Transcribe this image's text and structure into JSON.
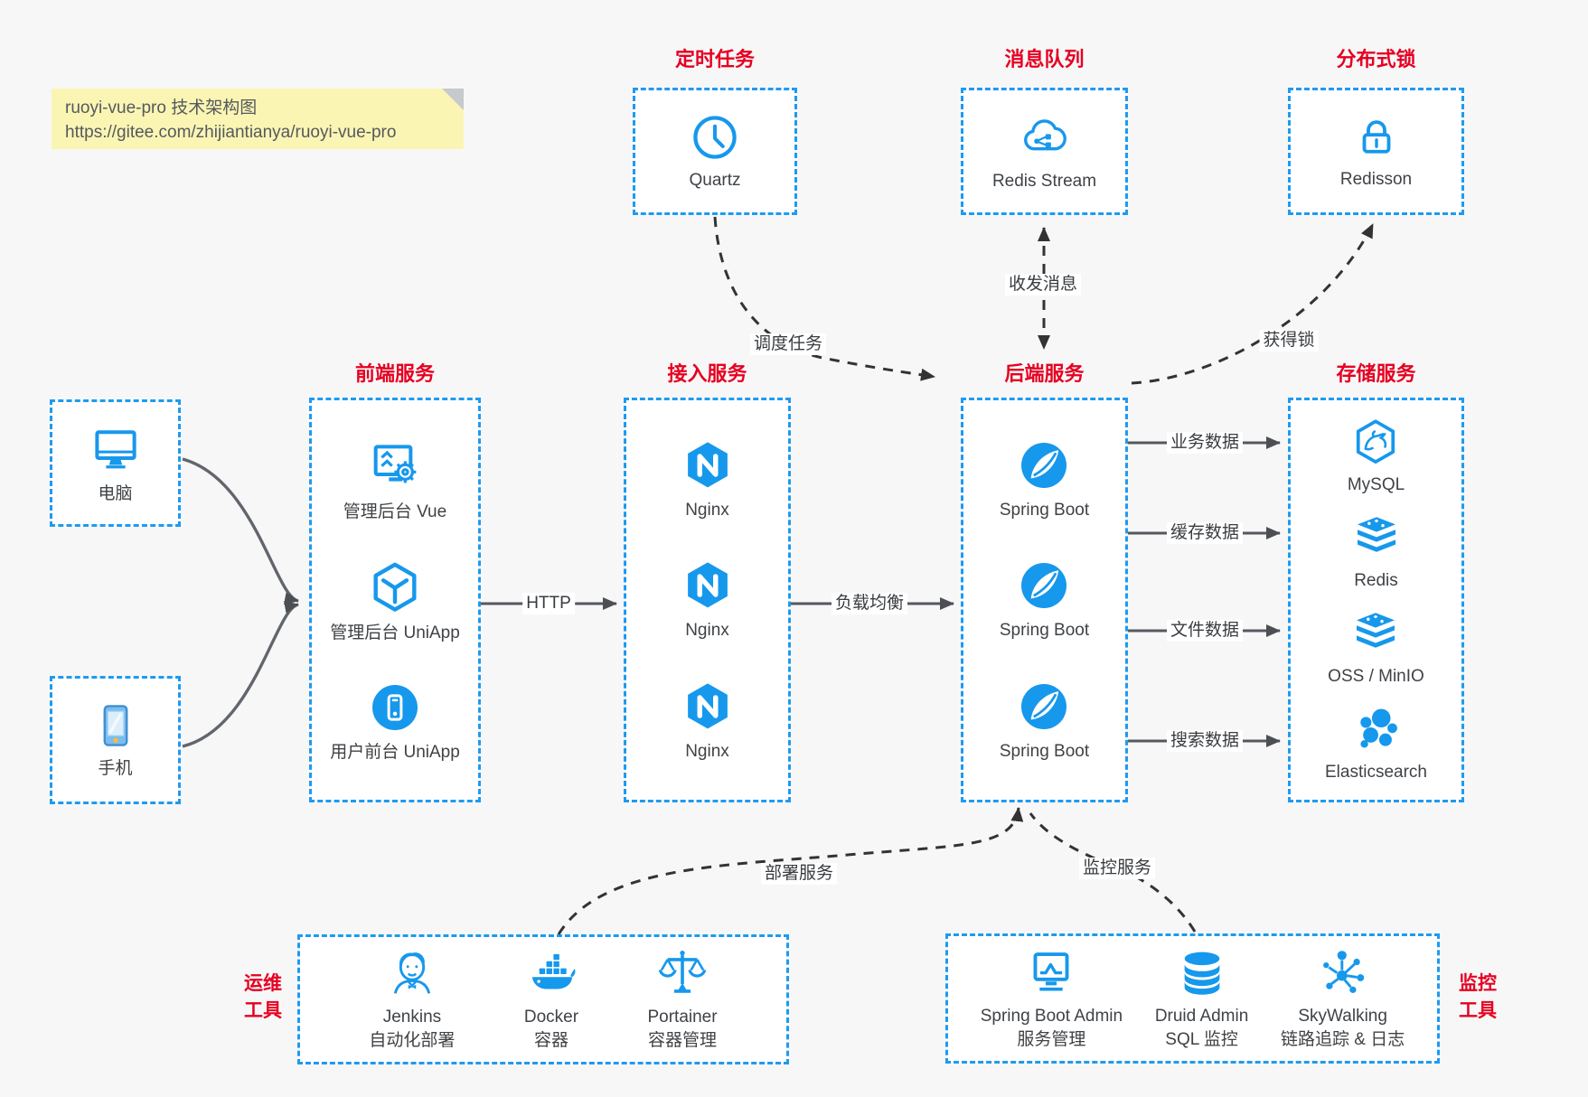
{
  "note": {
    "title": "ruoyi-vue-pro 技术架构图",
    "url": "https://gitee.com/zhijiantianya/ruoyi-vue-pro"
  },
  "top": {
    "scheduler": {
      "title": "定时任务",
      "item": "Quartz"
    },
    "mq": {
      "title": "消息队列",
      "item": "Redis Stream"
    },
    "lock": {
      "title": "分布式锁",
      "item": "Redisson"
    }
  },
  "clients": {
    "pc": "电脑",
    "mobile": "手机"
  },
  "frontend": {
    "title": "前端服务",
    "items": [
      "管理后台 Vue",
      "管理后台 UniApp",
      "用户前台 UniApp"
    ]
  },
  "gateway": {
    "title": "接入服务",
    "items": [
      "Nginx",
      "Nginx",
      "Nginx"
    ]
  },
  "backend": {
    "title": "后端服务",
    "items": [
      "Spring Boot",
      "Spring Boot",
      "Spring Boot"
    ]
  },
  "storage": {
    "title": "存储服务",
    "items": [
      "MySQL",
      "Redis",
      "OSS / MinIO",
      "Elasticsearch"
    ]
  },
  "edges": {
    "http": "HTTP",
    "lb": "负载均衡",
    "schedule": "调度任务",
    "msg": "收发消息",
    "lock": "获得锁",
    "business": "业务数据",
    "cache": "缓存数据",
    "file": "文件数据",
    "search": "搜索数据",
    "deploy": "部署服务",
    "monitor": "监控服务"
  },
  "ops": {
    "label_line1": "运维",
    "label_line2": "工具",
    "items": [
      {
        "name": "Jenkins",
        "desc": "自动化部署"
      },
      {
        "name": "Docker",
        "desc": "容器"
      },
      {
        "name": "Portainer",
        "desc": "容器管理"
      }
    ]
  },
  "monitoring": {
    "label_line1": "监控",
    "label_line2": "工具",
    "items": [
      {
        "name": "Spring Boot Admin",
        "desc": "服务管理"
      },
      {
        "name": "Druid Admin",
        "desc": "SQL 监控"
      },
      {
        "name": "SkyWalking",
        "desc": "链路追踪 & 日志"
      }
    ]
  },
  "colors": {
    "accent": "#1d9bf0",
    "icon_blue": "#1698ec",
    "title_red": "#e60021",
    "note_bg": "#fbf5b4",
    "solid_arrow": "#55585e",
    "dashed_arrow": "#333333",
    "canvas_bg": "#f7f7f8",
    "box_bg": "#ffffff"
  },
  "icons": {
    "quartz": "clock-icon",
    "redis_stream": "cloud-share-icon",
    "redisson": "lock-icon",
    "pc": "desktop-icon",
    "mobile": "smartphone-icon",
    "admin_vue": "monitor-gear-icon",
    "admin_uniapp": "uniapp-hexagon-icon",
    "user_uniapp": "phone-circle-icon",
    "nginx": "nginx-hexagon-icon",
    "spring_boot": "spring-leaf-icon",
    "mysql": "mysql-dolphin-icon",
    "redis": "redis-stack-icon",
    "oss_minio": "storage-stack-icon",
    "elasticsearch": "elastic-cluster-icon",
    "jenkins": "jenkins-butler-icon",
    "docker": "docker-whale-icon",
    "portainer": "scales-icon",
    "spring_boot_admin": "monitor-pulse-icon",
    "druid": "database-icon",
    "skywalking": "node-graph-icon"
  }
}
